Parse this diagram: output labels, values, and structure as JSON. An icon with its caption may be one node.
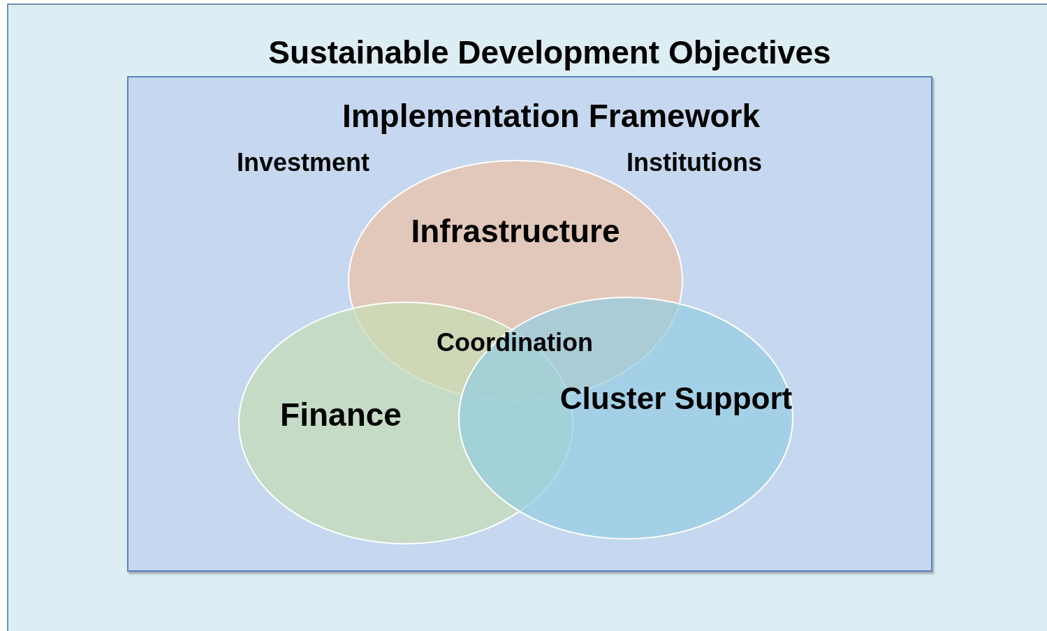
{
  "diagram": {
    "nodes": [
      {
        "text": [
          "Sustainable Development Objectives"
        ]
      },
      {
        "text": [
          "Implementation Framework"
        ],
        "in": 0
      },
      {
        "text": [
          "Infrastructure"
        ],
        "in": 1
      },
      {
        "text": [
          "Finance"
        ],
        "in": 1
      },
      {
        "text": [
          "Cluster Support"
        ],
        "in": 1
      }
    ],
    "labels": [
      "Investment",
      "Institutions",
      "Coordination"
    ]
  }
}
